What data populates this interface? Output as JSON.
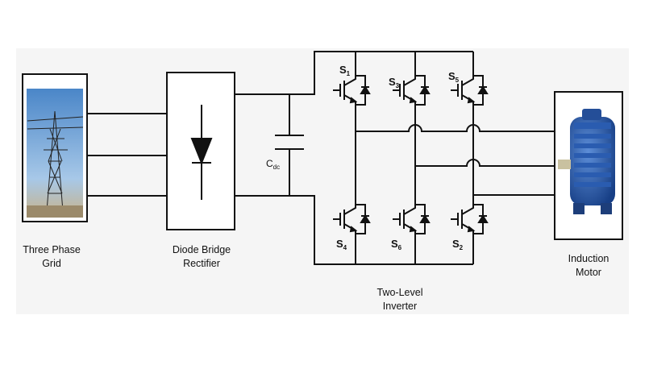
{
  "blocks": {
    "grid": {
      "line1": "Three Phase",
      "line2": "Grid"
    },
    "rectifier": {
      "line1": "Diode Bridge",
      "line2": "Rectifier"
    },
    "capacitor": {
      "base": "C",
      "sub": "dc"
    },
    "inverter": {
      "line1": "Two-Level",
      "line2": "Inverter"
    },
    "motor": {
      "line1": "Induction",
      "line2": "Motor"
    }
  },
  "switches": {
    "s1": {
      "base": "S",
      "sub": "1"
    },
    "s3": {
      "base": "S",
      "sub": "3"
    },
    "s5": {
      "base": "S",
      "sub": "5"
    },
    "s4": {
      "base": "S",
      "sub": "4"
    },
    "s6": {
      "base": "S",
      "sub": "6"
    },
    "s2": {
      "base": "S",
      "sub": "2"
    }
  },
  "colors": {
    "line": "#111111",
    "sky": "#6fa3d8",
    "motor_body": "#1d4fa0",
    "background_band": "#f4f4f4"
  }
}
